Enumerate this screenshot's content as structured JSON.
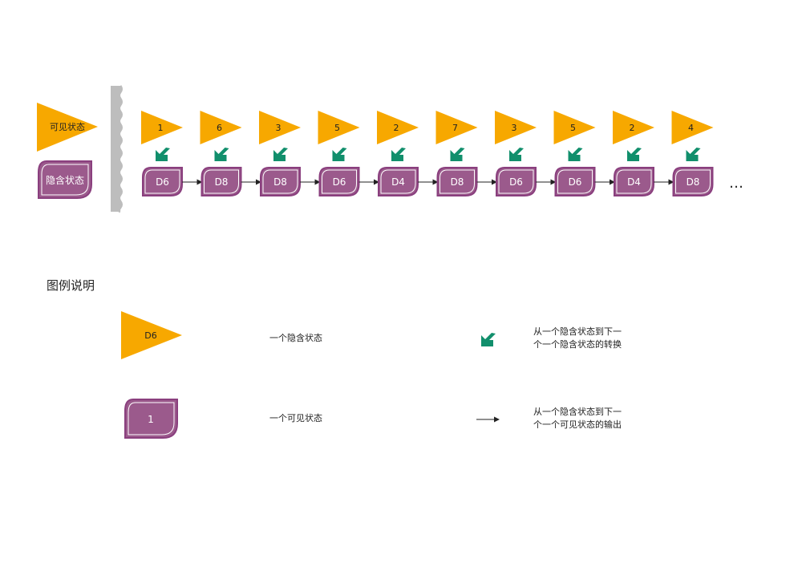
{
  "header": {
    "visible_label": "可见状态",
    "hidden_label": "隐含状态"
  },
  "sequence": {
    "visible": [
      "1",
      "6",
      "3",
      "5",
      "2",
      "7",
      "3",
      "5",
      "2",
      "4"
    ],
    "hidden": [
      "D6",
      "D8",
      "D8",
      "D6",
      "D4",
      "D8",
      "D6",
      "D6",
      "D4",
      "D8"
    ],
    "ellipsis": "…"
  },
  "legend": {
    "title": "图例说明",
    "triangle_sample": "D6",
    "triangle_desc": "一个隐含状态",
    "shape_sample": "1",
    "shape_desc": "一个可见状态",
    "transition_desc_line1": "从一个隐含状态到下一",
    "transition_desc_line2": "个一个隐含状态的转换",
    "output_desc_line1": "从一个隐含状态到下一",
    "output_desc_line2": "个一个可见状态的输出"
  },
  "colors": {
    "triangle": "#F7A800",
    "hidden_fill": "#9B5A8C",
    "hidden_outline": "#8A3F7E",
    "transition_arrow": "#118F6C",
    "separator": "#BDBDBD"
  }
}
